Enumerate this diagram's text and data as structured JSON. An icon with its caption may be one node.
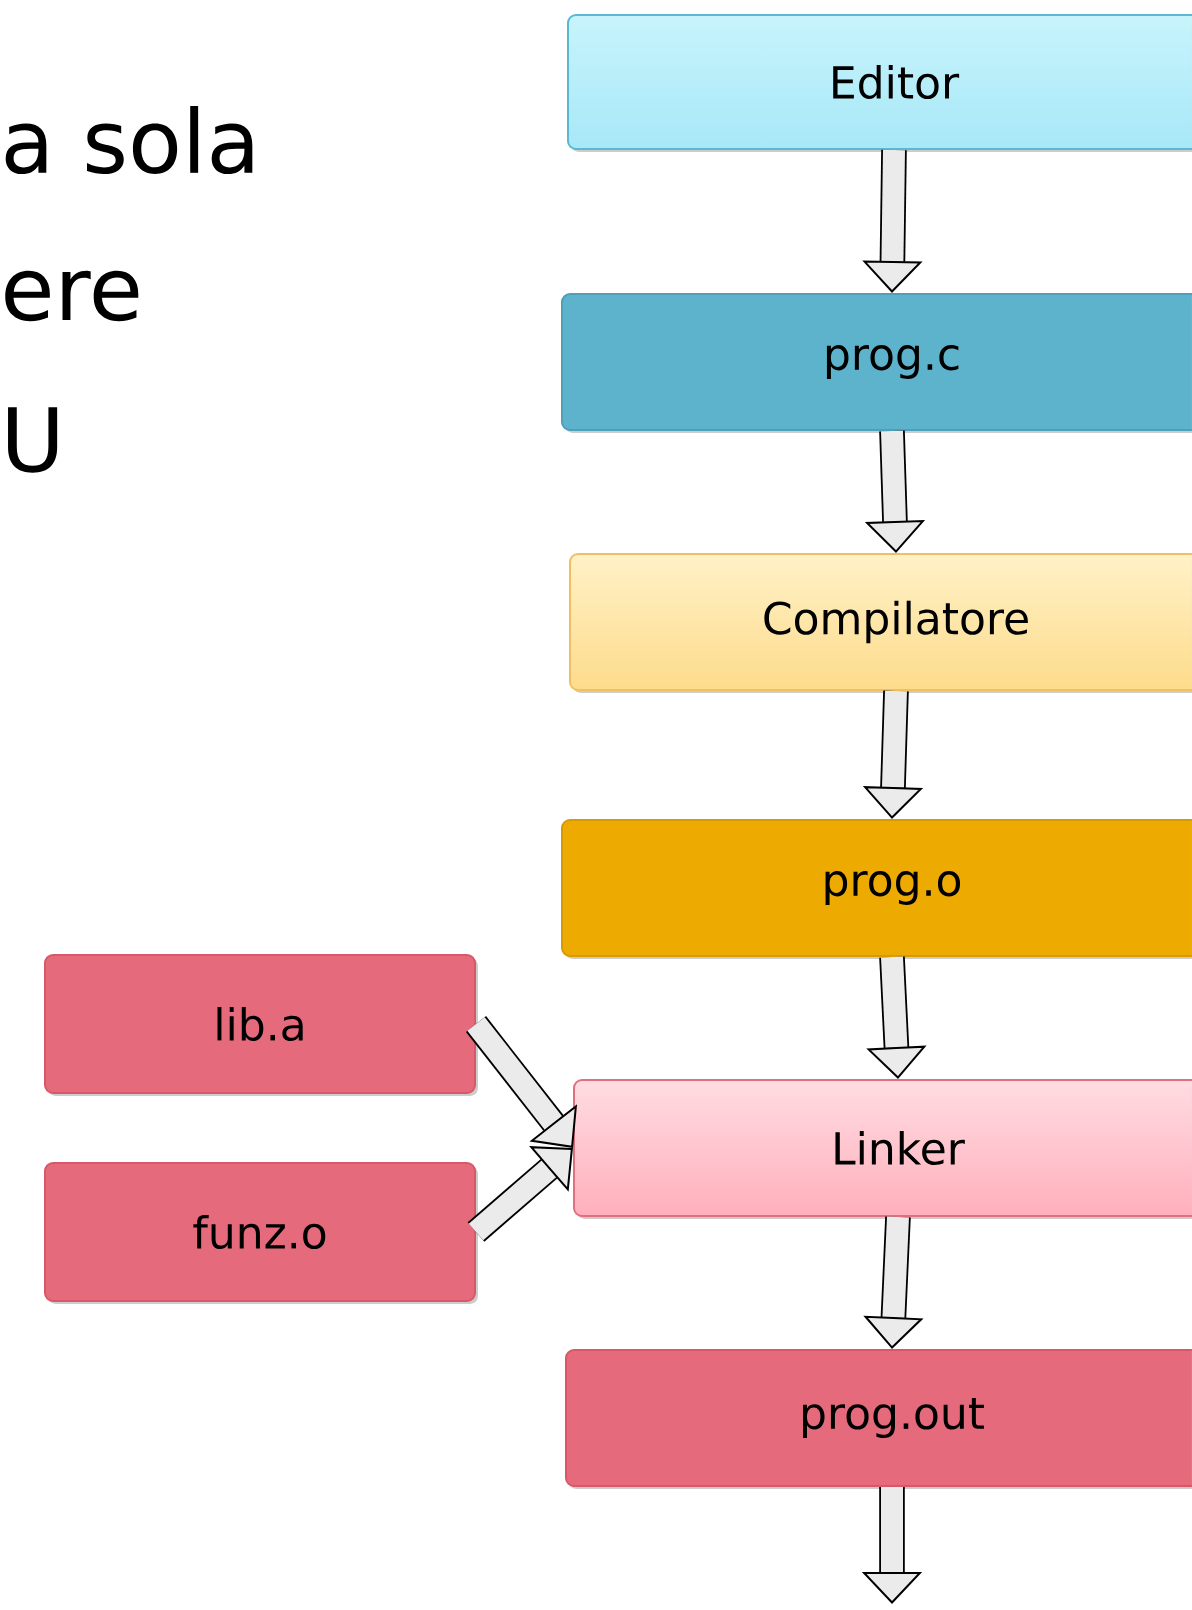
{
  "diagram": {
    "nodes": [
      {
        "text": [
          "Editor"
        ]
      },
      {
        "text": [
          "prog.c"
        ]
      },
      {
        "text": [
          "Compilatore"
        ]
      },
      {
        "text": [
          "prog.o"
        ]
      },
      {
        "text": [
          "lib.a"
        ]
      },
      {
        "text": [
          "funz.o"
        ]
      },
      {
        "text": [
          "Linker"
        ]
      },
      {
        "text": [
          "prog.out"
        ]
      }
    ],
    "edges": [
      {
        "from": 0,
        "to": 1,
        "arrow": "to"
      },
      {
        "from": 1,
        "to": 2,
        "arrow": "to"
      },
      {
        "from": 2,
        "to": 3,
        "arrow": "to"
      },
      {
        "from": 3,
        "to": 6,
        "arrow": "to"
      },
      {
        "from": 4,
        "to": 6,
        "arrow": "to"
      },
      {
        "from": 5,
        "to": 6,
        "arrow": "to"
      },
      {
        "from": 6,
        "to": 7,
        "arrow": "to"
      },
      {
        "from": 7,
        "to": null,
        "arrow": "to"
      }
    ],
    "labels": [
      "a sola",
      "ere",
      "U"
    ]
  }
}
